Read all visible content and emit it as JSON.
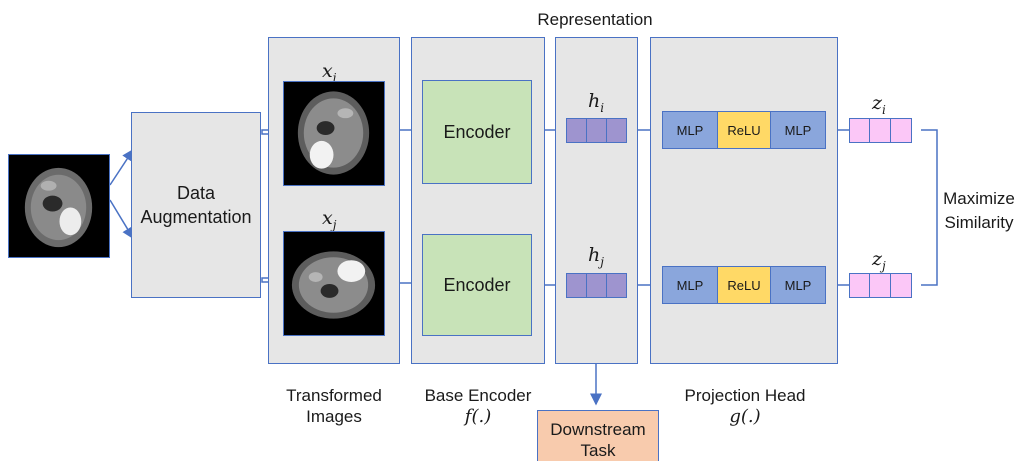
{
  "title": "Representation",
  "input_image": "brain-mri-axial",
  "data_augmentation": "Data\nAugmentation",
  "panels": {
    "transformed": {
      "label": "Transformed\nImages",
      "x_i": "x",
      "x_i_sub": "i",
      "x_j": "x",
      "x_j_sub": "j"
    },
    "base_encoder": {
      "label": "Base Encoder",
      "func": "f(.)",
      "encoder_top": "Encoder",
      "encoder_bottom": "Encoder"
    },
    "representation": {
      "h_i": "h",
      "h_i_sub": "i",
      "h_j": "h",
      "h_j_sub": "j"
    },
    "projection": {
      "label": "Projection Head",
      "func": "g(.)",
      "mlp": "MLP",
      "relu": "ReLU"
    }
  },
  "z_i": "z",
  "z_i_sub": "i",
  "z_j": "z",
  "z_j_sub": "j",
  "maximize": "Maximize\nSimilarity",
  "downstream": "Downstream\nTask",
  "colors": {
    "border": "#4a72c4",
    "panel": "#e6e6e6",
    "encoder": "#c8e3b8",
    "mlp": "#8aa6dc",
    "relu": "#ffd966",
    "h_vec": "#9e94cf",
    "z_vec": "#fbc7f7",
    "downstream": "#f8cbad"
  }
}
